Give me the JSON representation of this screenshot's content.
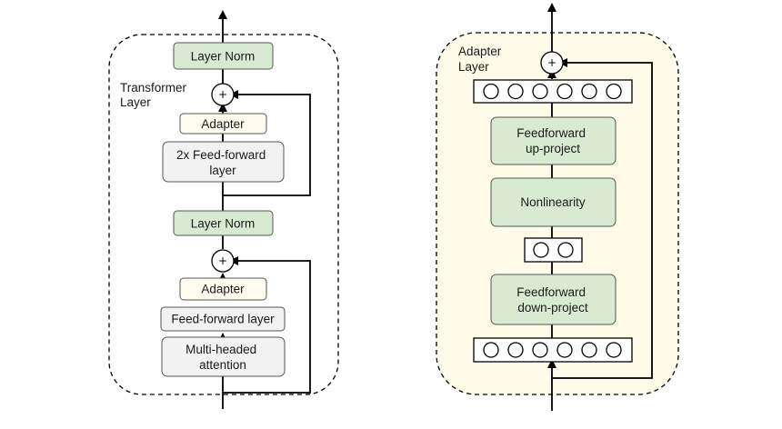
{
  "left": {
    "caption_line1": "Transformer",
    "caption_line2": "Layer",
    "layer_norm_top": "Layer Norm",
    "adapter_top": "Adapter",
    "ffn_2x_line1": "2x Feed-forward",
    "ffn_2x_line2": "layer",
    "layer_norm_mid": "Layer Norm",
    "adapter_bottom": "Adapter",
    "ffn": "Feed-forward layer",
    "mha_line1": "Multi-headed",
    "mha_line2": "attention",
    "plus_symbol": "+"
  },
  "right": {
    "caption_line1": "Adapter",
    "caption_line2": "Layer",
    "up_line1": "Feedforward",
    "up_line2": "up-project",
    "nonlinearity": "Nonlinearity",
    "down_line1": "Feedforward",
    "down_line2": "down-project",
    "plus_symbol": "+"
  },
  "colors": {
    "green_box": "#d9ead3",
    "adapter_box": "#fffcef",
    "grey_box": "#f2f2f2",
    "adapter_panel": "#fefbe8"
  }
}
